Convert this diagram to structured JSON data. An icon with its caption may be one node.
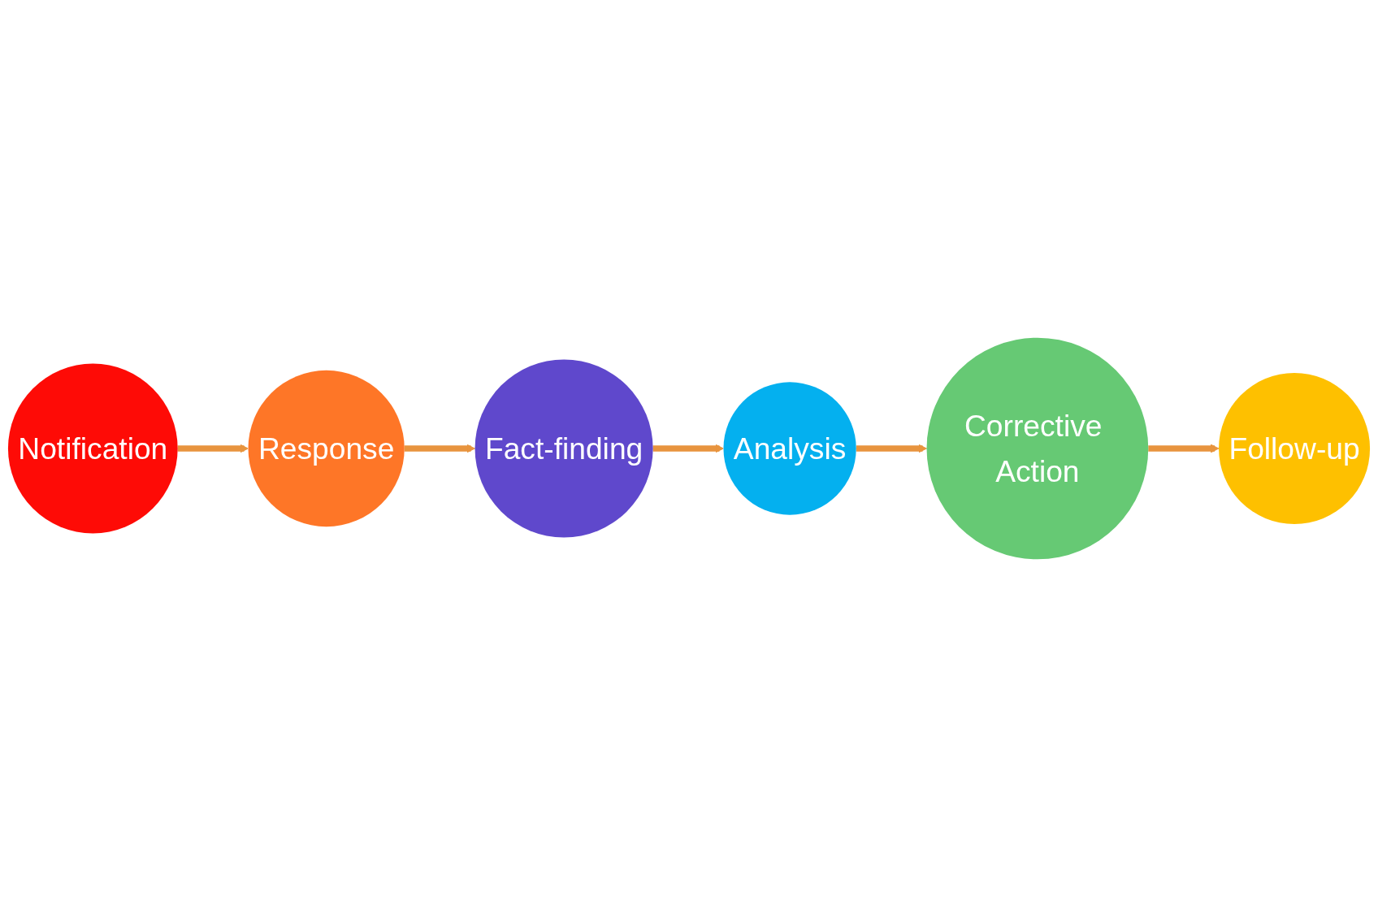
{
  "diagram": {
    "nodes": [
      {
        "text": [
          "Notification"
        ]
      },
      {
        "text": [
          "Response"
        ]
      },
      {
        "text": [
          "Fact-finding"
        ]
      },
      {
        "text": [
          "Analysis"
        ]
      },
      {
        "text": [
          "Corrective Action"
        ]
      },
      {
        "text": [
          "Follow-up"
        ]
      }
    ],
    "edges": [
      {
        "from": 0,
        "to": 1,
        "arrow": "to"
      },
      {
        "from": 1,
        "to": 2,
        "arrow": "to"
      },
      {
        "from": 2,
        "to": 3,
        "arrow": "to"
      },
      {
        "from": 3,
        "to": 4,
        "arrow": "to"
      },
      {
        "from": 4,
        "to": 5,
        "arrow": "to"
      }
    ]
  }
}
